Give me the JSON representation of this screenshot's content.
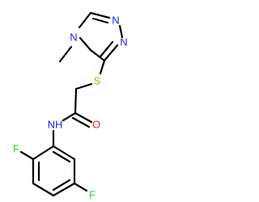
{
  "molecule": {
    "atoms": {
      "n_triazole_top_right": {
        "label": "N",
        "color": "#1a1aff"
      },
      "n_triazole_right": {
        "label": "N",
        "color": "#1a1aff"
      },
      "n_methyl": {
        "label": "N",
        "color": "#1a1aff"
      },
      "s_thioether": {
        "label": "S",
        "color": "#b3a31a"
      },
      "o_carbonyl": {
        "label": "O",
        "color": "#ff1a1a"
      },
      "nh_amide": {
        "label": "NH",
        "color": "#1a1aff"
      },
      "f_ortho": {
        "label": "F",
        "color": "#33cc33"
      },
      "f_meta": {
        "label": "F",
        "color": "#33cc33"
      }
    },
    "bond_color": "#000000"
  }
}
